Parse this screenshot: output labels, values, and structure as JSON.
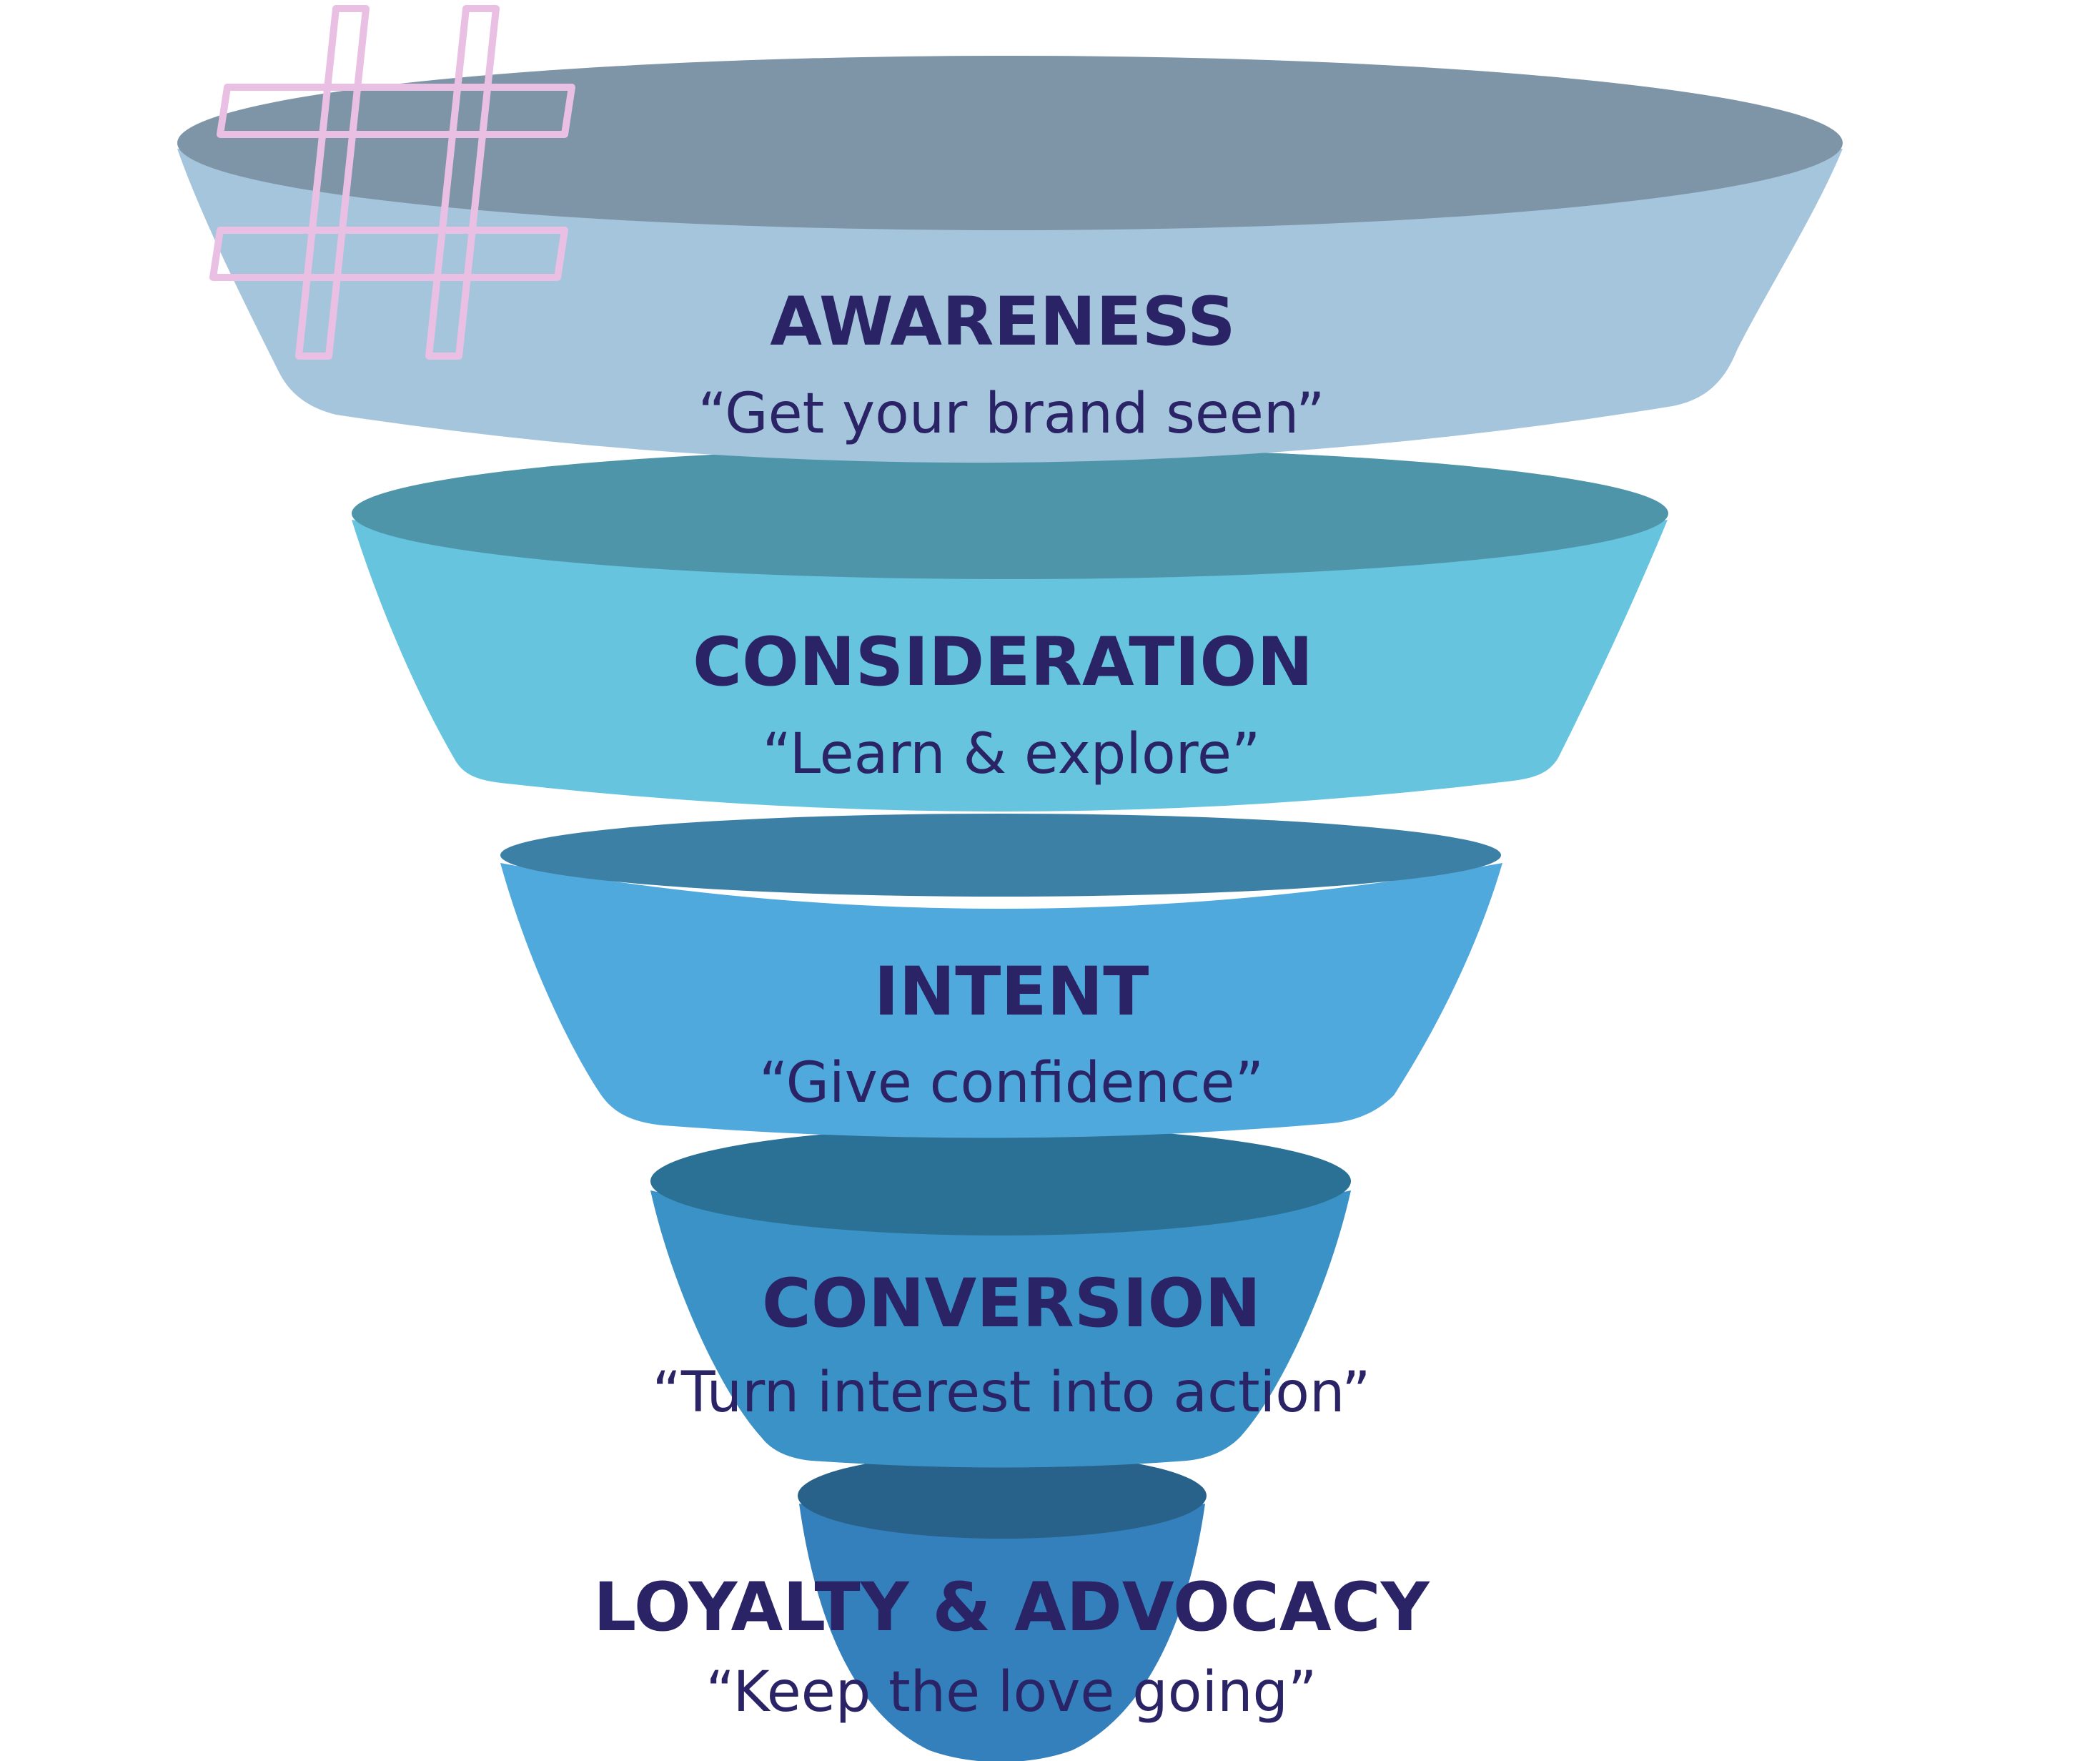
{
  "stages": [
    {
      "title": "AWARENESS",
      "tagline": "“Get your brand seen”",
      "colors": {
        "body": "#a5c5dc",
        "top": "#7e94a7"
      }
    },
    {
      "title": "CONSIDERATION",
      "tagline": "“Learn & explore”",
      "colors": {
        "body": "#66c4df",
        "top": "#4f95a9"
      }
    },
    {
      "title": "INTENT",
      "tagline": "“Give confidence”",
      "colors": {
        "body": "#50a9dc",
        "top": "#3d80a6"
      }
    },
    {
      "title": "CONVERSION",
      "tagline": "“Turn interest into action”",
      "colors": {
        "body": "#3a92c6",
        "top": "#2b7095"
      }
    },
    {
      "title": "LOYALTY & ADVOCACY",
      "tagline": "“Keep the love going”",
      "colors": {
        "body": "#3480bc",
        "top": "#28618a"
      }
    }
  ],
  "colors": {
    "text": "#2a2466",
    "hashtag_outline": "#e9bfe4",
    "background": "#ffffff"
  },
  "icons": {
    "decoration": "hashtag-icon"
  }
}
